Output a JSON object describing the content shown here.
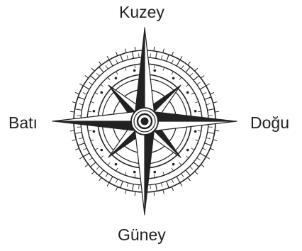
{
  "labels": {
    "north": "Kuzey",
    "east": "Doğu",
    "south": "Güney",
    "west": "Batı"
  },
  "colors": {
    "ink": "#222222",
    "background": "#ffffff"
  },
  "icon": "compass-rose-icon"
}
